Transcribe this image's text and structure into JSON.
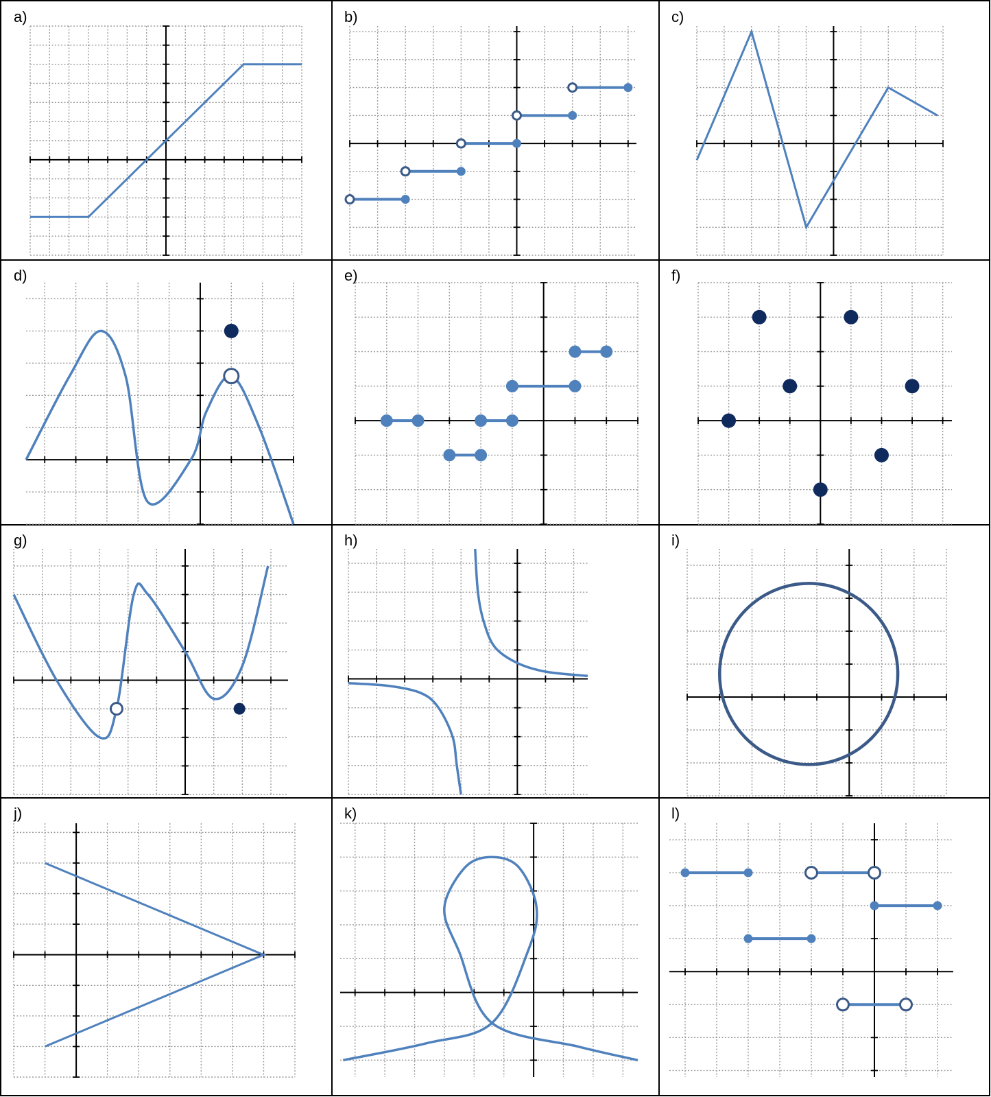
{
  "colors": {
    "curve": "#4f81bd",
    "dot": "#0f2b5e",
    "circle": "#3b5a87",
    "axis": "#000000",
    "grid": "#9a9a9a"
  },
  "panels": [
    {
      "label": "a)",
      "xrange": [
        -7,
        7
      ],
      "yrange": [
        -5,
        7
      ],
      "grid": true,
      "marks": [
        {
          "kind": "line",
          "points": [
            [
              -7,
              -3
            ],
            [
              -4,
              -3
            ],
            [
              4,
              5
            ],
            [
              7,
              5
            ]
          ]
        }
      ]
    },
    {
      "label": "b)",
      "xrange": [
        -6,
        4.3
      ],
      "yrange": [
        -4,
        4.2
      ],
      "grid": true,
      "marks": [
        {
          "kind": "segment",
          "from": [
            -6,
            -2
          ],
          "to": [
            -4,
            -2
          ],
          "open": "start",
          "style": "small"
        },
        {
          "kind": "segment",
          "from": [
            -4,
            -1
          ],
          "to": [
            -2,
            -1
          ],
          "open": "start",
          "style": "small"
        },
        {
          "kind": "segment",
          "from": [
            -2,
            0
          ],
          "to": [
            0,
            0
          ],
          "open": "start",
          "style": "small"
        },
        {
          "kind": "segment",
          "from": [
            0,
            1
          ],
          "to": [
            2,
            1
          ],
          "open": "start",
          "style": "small"
        },
        {
          "kind": "segment",
          "from": [
            2,
            2
          ],
          "to": [
            4,
            2
          ],
          "open": "start",
          "style": "small"
        }
      ]
    },
    {
      "label": "c)",
      "xrange": [
        -5,
        4
      ],
      "yrange": [
        -4,
        4.2
      ],
      "grid": true,
      "marks": [
        {
          "kind": "line",
          "points": [
            [
              -5,
              -0.6
            ],
            [
              -3,
              4
            ],
            [
              -1,
              -3
            ],
            [
              2,
              2
            ],
            [
              3.8,
              1
            ]
          ]
        }
      ]
    },
    {
      "label": "d)",
      "xrange": [
        -5.6,
        3
      ],
      "yrange": [
        -2,
        5.5
      ],
      "grid": true,
      "marks": [
        {
          "kind": "curve",
          "points": [
            [
              -5.6,
              0
            ],
            [
              -4.2,
              2.6
            ],
            [
              -3.2,
              4
            ],
            [
              -2.4,
              2.6
            ],
            [
              -1.7,
              -1.3
            ],
            [
              -0.3,
              0
            ],
            [
              0.2,
              1.5
            ],
            [
              1,
              2.6
            ],
            [
              1.9,
              1
            ],
            [
              3,
              -2
            ]
          ]
        },
        {
          "kind": "open-point",
          "at": [
            1,
            2.6
          ],
          "style": "large"
        },
        {
          "kind": "point",
          "at": [
            1,
            4
          ],
          "style": "large"
        }
      ]
    },
    {
      "label": "e)",
      "xrange": [
        -6,
        3
      ],
      "yrange": [
        -3,
        4
      ],
      "grid": true,
      "marks": [
        {
          "kind": "segment",
          "from": [
            -5,
            0
          ],
          "to": [
            -4,
            0
          ],
          "style": "medium"
        },
        {
          "kind": "segment",
          "from": [
            -2,
            0
          ],
          "to": [
            -1,
            0
          ],
          "style": "medium"
        },
        {
          "kind": "segment",
          "from": [
            -3,
            -1
          ],
          "to": [
            -2,
            -1
          ],
          "style": "medium"
        },
        {
          "kind": "segment",
          "from": [
            -1,
            1
          ],
          "to": [
            1,
            1
          ],
          "style": "medium"
        },
        {
          "kind": "segment",
          "from": [
            1,
            2
          ],
          "to": [
            2,
            2
          ],
          "style": "medium"
        }
      ]
    },
    {
      "label": "f)",
      "xrange": [
        -4,
        4.3
      ],
      "yrange": [
        -3,
        4
      ],
      "grid": true,
      "marks": [
        {
          "kind": "point",
          "at": [
            -3,
            0
          ],
          "style": "large"
        },
        {
          "kind": "point",
          "at": [
            -2,
            3
          ],
          "style": "large"
        },
        {
          "kind": "point",
          "at": [
            1,
            3
          ],
          "style": "large"
        },
        {
          "kind": "point",
          "at": [
            -1,
            1
          ],
          "style": "large"
        },
        {
          "kind": "point",
          "at": [
            3,
            1
          ],
          "style": "large"
        },
        {
          "kind": "point",
          "at": [
            2,
            -1
          ],
          "style": "large"
        },
        {
          "kind": "point",
          "at": [
            0,
            -2
          ],
          "style": "large"
        }
      ]
    },
    {
      "label": "g)",
      "xrange": [
        -6,
        3.6
      ],
      "yrange": [
        -4,
        4.6
      ],
      "grid": true,
      "marks": [
        {
          "kind": "curve",
          "points": [
            [
              -6,
              3
            ],
            [
              -4.5,
              0
            ],
            [
              -3,
              -2
            ],
            [
              -2.4,
              -1
            ],
            [
              -1.8,
              3
            ],
            [
              -1.3,
              3
            ],
            [
              0,
              1
            ],
            [
              1,
              -0.65
            ],
            [
              2,
              0.5
            ],
            [
              2.9,
              4
            ]
          ]
        },
        {
          "kind": "open-point",
          "at": [
            -2.4,
            -1
          ],
          "style": "medium"
        },
        {
          "kind": "point",
          "at": [
            1.9,
            -1
          ],
          "style": "medium"
        }
      ]
    },
    {
      "label": "h)",
      "xrange": [
        -6,
        2.5
      ],
      "yrange": [
        -4,
        4.5
      ],
      "grid": true,
      "marks": [
        {
          "kind": "curve",
          "points": [
            [
              -6,
              -0.15
            ],
            [
              -4.5,
              -0.25
            ],
            [
              -3.4,
              -0.5
            ],
            [
              -2.8,
              -1
            ],
            [
              -2.3,
              -2
            ],
            [
              -2.15,
              -3
            ],
            [
              -2,
              -4
            ]
          ]
        },
        {
          "kind": "curve",
          "points": [
            [
              -1.5,
              4.5
            ],
            [
              -1.4,
              3
            ],
            [
              -1.2,
              2
            ],
            [
              -0.8,
              1.1
            ],
            [
              0,
              0.55
            ],
            [
              1,
              0.25
            ],
            [
              2.5,
              0.1
            ]
          ]
        }
      ]
    },
    {
      "label": "i)",
      "xrange": [
        -5,
        3
      ],
      "yrange": [
        -3,
        4.5
      ],
      "grid": true,
      "marks": [
        {
          "kind": "circle",
          "center": [
            -1.25,
            0.7
          ],
          "r": 2.75
        }
      ]
    },
    {
      "label": "j)",
      "xrange": [
        -2,
        7
      ],
      "yrange": [
        -4,
        4.3
      ],
      "grid": true,
      "marks": [
        {
          "kind": "line",
          "points": [
            [
              -1,
              3
            ],
            [
              6,
              0
            ],
            [
              -1,
              -3
            ]
          ]
        }
      ]
    },
    {
      "label": "k)",
      "xrange": [
        -6.5,
        3.5
      ],
      "yrange": [
        -2.5,
        5
      ],
      "grid": true,
      "marks": [
        {
          "kind": "curve",
          "points": [
            [
              -6.4,
              -2
            ],
            [
              -3.6,
              -1.5
            ],
            [
              -1.4,
              -0.9
            ],
            [
              -0.2,
              1.2
            ],
            [
              0.1,
              2.5
            ],
            [
              -0.5,
              3.7
            ],
            [
              -1.4,
              4
            ],
            [
              -2.3,
              3.7
            ],
            [
              -3,
              2.5
            ],
            [
              -2.5,
              1.2
            ],
            [
              -1.4,
              -0.9
            ],
            [
              1.5,
              -1.6
            ],
            [
              3.5,
              -2
            ]
          ]
        }
      ]
    },
    {
      "label": "l)",
      "xrange": [
        -6.5,
        2.5
      ],
      "yrange": [
        -3.2,
        4.5
      ],
      "grid": true,
      "marks": [
        {
          "kind": "segment",
          "from": [
            -6,
            3
          ],
          "to": [
            -4,
            3
          ],
          "style": "small"
        },
        {
          "kind": "segment",
          "from": [
            -2,
            3
          ],
          "to": [
            0,
            3
          ],
          "open": "both",
          "style": "medium"
        },
        {
          "kind": "segment",
          "from": [
            0,
            2
          ],
          "to": [
            2,
            2
          ],
          "style": "small"
        },
        {
          "kind": "segment",
          "from": [
            -4,
            1
          ],
          "to": [
            -2,
            1
          ],
          "style": "small"
        },
        {
          "kind": "segment",
          "from": [
            -1,
            -1
          ],
          "to": [
            1,
            -1
          ],
          "open": "both",
          "style": "medium"
        }
      ]
    }
  ]
}
